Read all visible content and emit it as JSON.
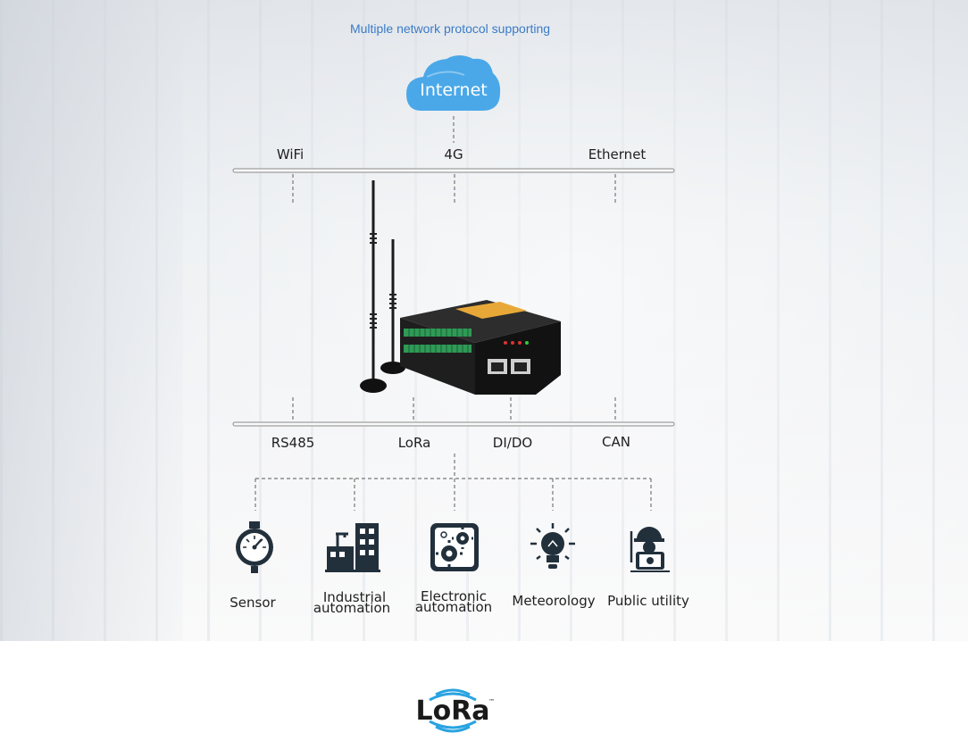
{
  "heading": "Multiple network protocol supporting",
  "cloud_label": "Internet",
  "top_protocols": [
    "WiFi",
    "4G",
    "Ethernet"
  ],
  "bottom_protocols": [
    "RS485",
    "LoRa",
    "DI/DO",
    "CAN"
  ],
  "applications": [
    {
      "line1": "Sensor",
      "line2": "",
      "icon": "pressure-gauge-icon"
    },
    {
      "line1": "Industrial",
      "line2": "automation",
      "icon": "factory-icon"
    },
    {
      "line1": "Electronic",
      "line2": "automation",
      "icon": "gears-chip-icon"
    },
    {
      "line1": "Meteorology",
      "line2": "",
      "icon": "sun-bulb-icon"
    },
    {
      "line1": "Public utility",
      "line2": "",
      "icon": "engineer-icon"
    }
  ],
  "logo_text": "LoRa",
  "logo_mark": "™",
  "colors": {
    "heading": "#3a7bc8",
    "cloud": "#4aa8e8",
    "icon_dark": "#22303c",
    "logo_waves": "#29a3e0"
  }
}
